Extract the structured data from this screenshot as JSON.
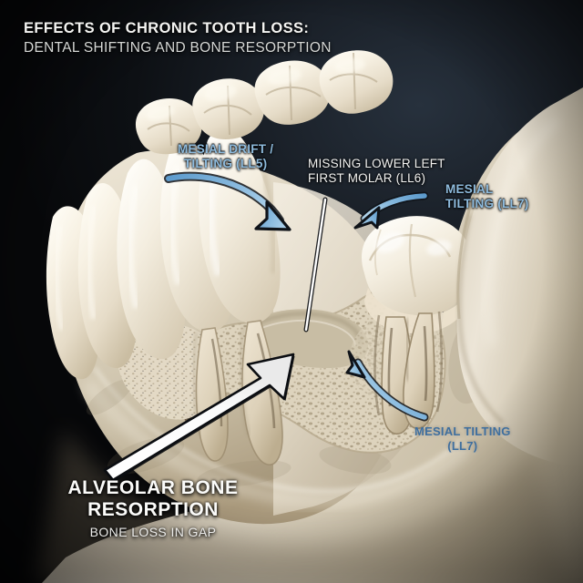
{
  "header": {
    "title_line1": "EFFECTS OF CHRONIC TOOTH LOSS:",
    "title_line2": "DENTAL SHIFTING AND BONE RESORPTION"
  },
  "annotations": {
    "mesial_drift_ll5": {
      "line1": "MESIAL DRIFT /",
      "line2": "TILTING (LL5)",
      "color": "#8ebbdd"
    },
    "missing_molar_ll6": {
      "line1": "MISSING LOWER LEFT",
      "line2": "FIRST MOLAR (LL6)",
      "color": "#f2f2f0"
    },
    "mesial_tilting_ll7_upper": {
      "line1": "MESIAL",
      "line2": "TILTING (LL7)",
      "color": "#8ebbdd"
    },
    "mesial_tilting_ll7_lower": {
      "line1": "MESIAL TILTING",
      "line2": "(LL7)",
      "color": "#3f6f9e"
    }
  },
  "caption": {
    "headline_line1": "ALVEOLAR BONE",
    "headline_line2": "RESORPTION",
    "subtitle": "BONE LOSS IN GAP",
    "color": "#fbfbf9"
  },
  "palette": {
    "background_dark": "#07080a",
    "background_navy": "#27313d",
    "bone_light": "#e8e1d2",
    "bone_mid": "#cfc6b2",
    "bone_shadow": "#a99c82",
    "tooth_enamel": "#f6efe2",
    "tooth_shadow": "#d9cfbc",
    "arrow_blue": "#6fa8d4",
    "arrow_blue_light": "#a9cfe8",
    "arrow_outline": "#12161c",
    "pointer_white": "#ffffff"
  },
  "graphic": {
    "subject": "lower-left mandible cutaway",
    "arrows": [
      {
        "name": "mesial-drift-arrow-ll5",
        "direction": "curved-down-right",
        "color": "#6fa8d4"
      },
      {
        "name": "mesial-tilting-arrow-ll7-upper",
        "direction": "curved-left",
        "color": "#6fa8d4"
      },
      {
        "name": "mesial-tilting-arrow-ll7-lower",
        "direction": "curved-up-left",
        "color": "#6fa8d4"
      },
      {
        "name": "bone-resorption-arrow",
        "direction": "up-right",
        "color": "#ffffff"
      },
      {
        "name": "missing-molar-leader-line",
        "direction": "vertical",
        "color": "#ffffff"
      }
    ]
  }
}
